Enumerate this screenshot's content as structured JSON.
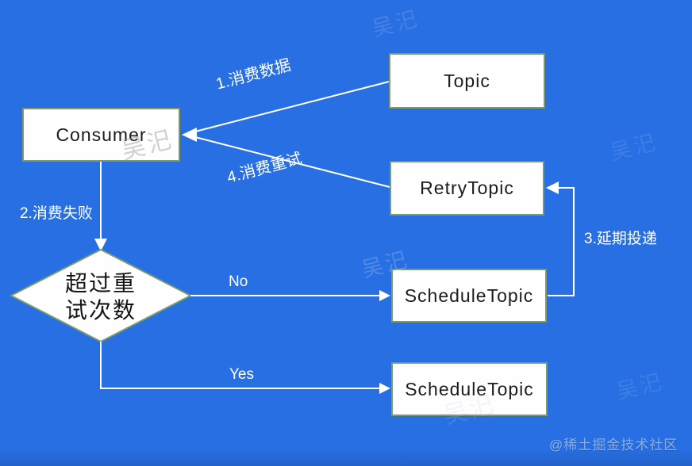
{
  "nodes": {
    "topic": {
      "label": "Topic"
    },
    "consumer": {
      "label": "Consumer"
    },
    "retry_topic": {
      "label": "RetryTopic"
    },
    "schedule_topic_no": {
      "label": "ScheduleTopic"
    },
    "schedule_topic_yes": {
      "label": "ScheduleTopic"
    },
    "decision": {
      "line1": "超过重",
      "line2": "试次数"
    }
  },
  "edges": {
    "consume_data": {
      "label": "1.消费数据"
    },
    "consume_fail": {
      "label": "2.消费失败"
    },
    "delayed_delivery": {
      "label": "3.延期投递"
    },
    "consume_retry": {
      "label": "4.消费重试"
    },
    "branch_no": {
      "label": "No"
    },
    "branch_yes": {
      "label": "Yes"
    }
  },
  "watermarks": {
    "author": "吴汜",
    "site_credit": "@稀土掘金技术社区"
  },
  "colors": {
    "background_blue": "#276fe3",
    "node_fill": "#fefefe",
    "node_border_green": "#7d9c6e",
    "line_white": "#ffffff",
    "node_text": "#1c1c1c"
  }
}
